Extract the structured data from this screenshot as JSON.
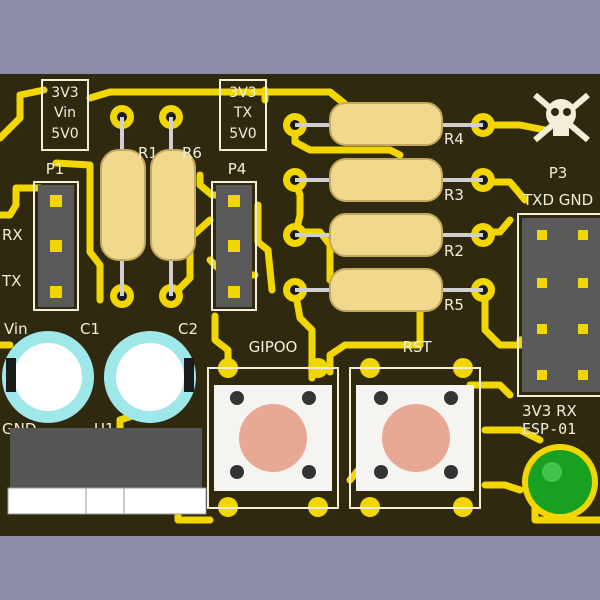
{
  "board": {
    "colors": {
      "background": "#8a8ca8",
      "board": "#2f2a0f",
      "copper": "#f2d600",
      "silkscreen": "#f2eeda",
      "pad": "#f2d600",
      "hole": "#1a1a1a",
      "button_cap": "#e8a994",
      "led": "#18a020",
      "cap_ring": "#9fe8ea",
      "resistor_body": "#f0d98c"
    },
    "jumper_blocks": [
      {
        "lines": [
          "3V3",
          "Vin",
          "5V0"
        ]
      },
      {
        "lines": [
          "3V3",
          "TX",
          "5V0"
        ]
      }
    ],
    "labels": {
      "p1": "P1",
      "p4": "P4",
      "p3": "P3",
      "r1": "R1",
      "r6": "R6",
      "r4": "R4",
      "r3": "R3",
      "r2": "R2",
      "r5": "R5",
      "c1": "C1",
      "c2": "C2",
      "rx": "RX",
      "tx": "TX",
      "vin": "Vin",
      "gnd": "GND",
      "u1": "U1",
      "gipoo": "GIPOO",
      "rst": "RST",
      "txd_gnd": "TXD GND",
      "v3v3_rx": "3V3 RX",
      "esp": "ESP-01"
    },
    "icons": [
      "skull-crossbones-icon"
    ]
  }
}
